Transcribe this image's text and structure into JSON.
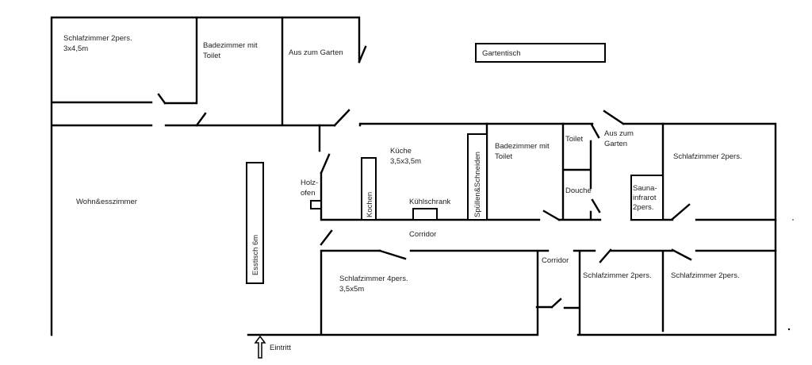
{
  "title": "Floor plan",
  "rooms": {
    "bedroom_nw": {
      "name": "Schlafzimmer 2pers.",
      "size": "3x4,5m"
    },
    "bathroom_n": {
      "line1": "Badezimmer mit",
      "line2": "Toilet"
    },
    "garden_exit_n": {
      "name": "Aus zum Garten"
    },
    "garden_table": {
      "name": "Gartentisch"
    },
    "kitchen": {
      "name": "Küche",
      "size": "3,5x3,5m"
    },
    "stove": {
      "line1": "Holz-",
      "line2": "ofen"
    },
    "cooking": {
      "name": "Kochen"
    },
    "fridge": {
      "name": "Kühlschrank"
    },
    "sink": {
      "name": "Spüllen&Schneiden"
    },
    "bathroom_e": {
      "line1": "Badezimmer mit",
      "line2": "Toilet"
    },
    "toilet": {
      "name": "Toilet"
    },
    "shower": {
      "name": "Douche"
    },
    "garden_exit_e": {
      "line1": "Aus zum",
      "line2": "Garten"
    },
    "bedroom_ne": {
      "name": "Schlafzimmer 2pers."
    },
    "sauna": {
      "line1": "Sauna-",
      "line2": "infrarot",
      "line3": "2pers."
    },
    "living": {
      "name": "Wohn&esszimmer"
    },
    "dining_table": {
      "name": "Esstisch 6m"
    },
    "corridor_main": {
      "name": "Corridor"
    },
    "corridor_side": {
      "name": "Corridor"
    },
    "bedroom_s": {
      "name": "Schlafzimmer 4pers.",
      "size": "3,5x5m"
    },
    "bedroom_se1": {
      "name": "Schlafzimmer 2pers."
    },
    "bedroom_se2": {
      "name": "Schlafzimmer 2pers."
    }
  },
  "entrance": {
    "label": "Eintritt"
  }
}
